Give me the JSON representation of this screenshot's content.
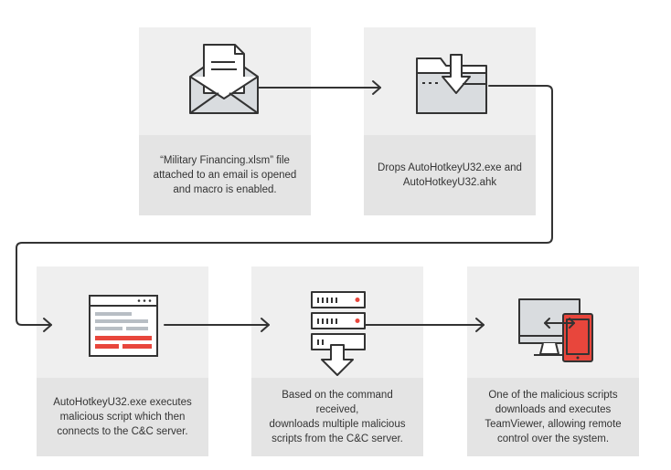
{
  "steps": [
    {
      "caption": "“Military Financing.xlsm” file\nattached to an email is opened\nand macro is enabled.",
      "icon": "envelope-document-icon"
    },
    {
      "caption": "Drops AutoHotkeyU32.exe and\nAutoHotkeyU32.ahk",
      "icon": "folder-download-icon"
    },
    {
      "caption": "AutoHotkeyU32.exe executes\nmalicious script which then\nconnects to the C&C server.",
      "icon": "script-window-icon"
    },
    {
      "caption": "Based on the command received,\ndownloads multiple malicious\nscripts from the C&C server.",
      "icon": "server-download-icon"
    },
    {
      "caption": "One of the malicious scripts\ndownloads and executes\nTeamViewer, allowing remote\ncontrol over the system.",
      "icon": "remote-control-icon"
    }
  ],
  "colors": {
    "line": "#333333",
    "accent": "#e8463c",
    "card_top": "#efefef",
    "card_bottom": "#e4e4e4"
  }
}
